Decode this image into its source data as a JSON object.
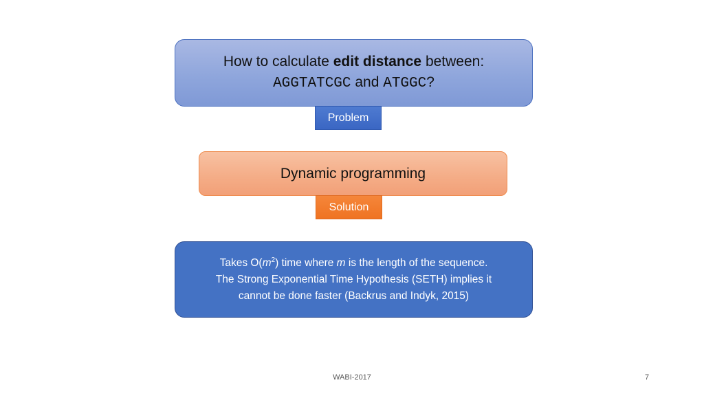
{
  "problem": {
    "line1_prefix": "How to calculate ",
    "line1_bold": "edit distance",
    "line1_suffix": " between:",
    "seq1": "AGGTATCGC",
    "and_word": " and ",
    "seq2": "ATGGC",
    "question_mark": "?",
    "tag": "Problem"
  },
  "solution": {
    "text": "Dynamic programming",
    "tag": "Solution"
  },
  "note": {
    "takes": "Takes O(",
    "var_m": "m",
    "exp": "2",
    "after_exp": ") time where ",
    "var_m2": "m",
    "rest_line1": " is the length of the sequence.",
    "line2": "The Strong Exponential Time Hypothesis (SETH) implies it",
    "line3": "cannot be done faster (Backrus and Indyk, 2015)"
  },
  "footer": {
    "center": "WABI-2017",
    "page": "7"
  },
  "colors": {
    "problem_fill": "#8fa6dc",
    "problem_tag": "#3a66c3",
    "solution_fill": "#f4ac86",
    "solution_tag": "#ef7322",
    "note_fill": "#4472c4"
  }
}
